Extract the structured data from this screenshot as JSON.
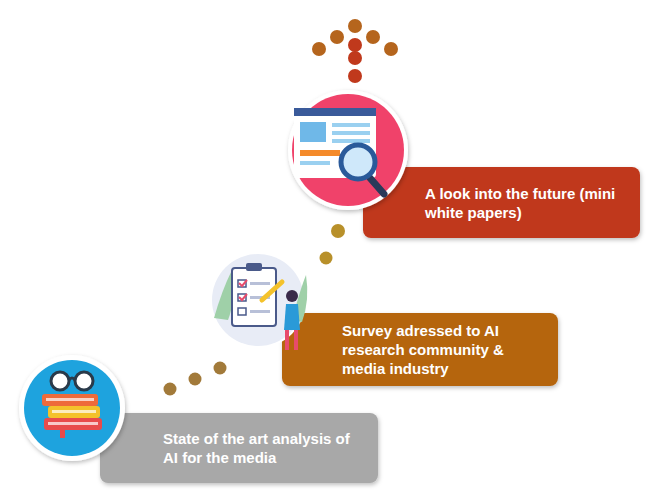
{
  "diagram": {
    "nodes": [
      {
        "text": [
          "State of the art analysis of AI for the media"
        ]
      },
      {
        "text": [
          "Survey adressed to AI research community & media industry"
        ]
      },
      {
        "text": [
          "A look into the future (mini white papers)"
        ]
      }
    ]
  }
}
